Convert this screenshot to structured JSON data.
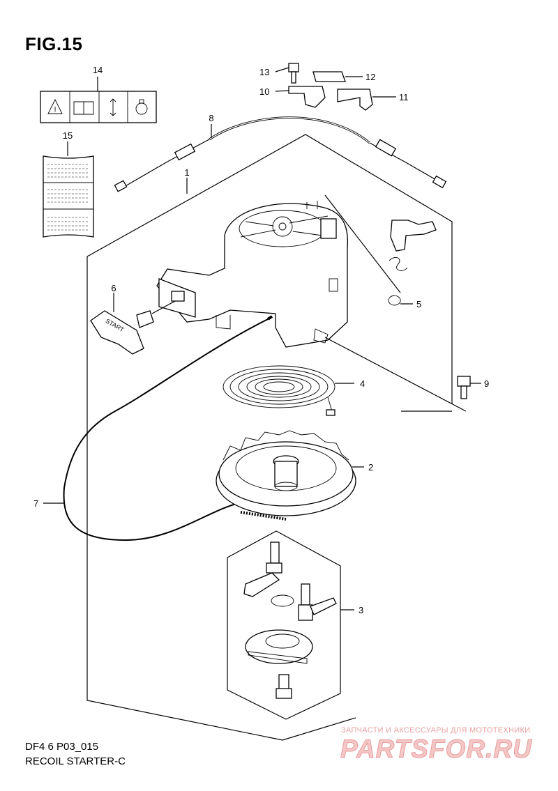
{
  "figure": {
    "title": "FIG.15",
    "caption_line1": "DF4 6 P03_015",
    "caption_line2": "RECOIL STARTER-C"
  },
  "callouts": {
    "c1": "1",
    "c2": "2",
    "c3": "3",
    "c4": "4",
    "c5": "5",
    "c6": "6",
    "c7": "7",
    "c8": "8",
    "c9": "9",
    "c10": "10",
    "c11": "11",
    "c12": "12",
    "c13": "13",
    "c14": "14",
    "c15": "15"
  },
  "handle_text": "START",
  "watermark": {
    "tagline": "ЗАПЧАСТИ И АКСЕССУАРЫ ДЛЯ МОТОТЕХНИКИ",
    "logo": "PARTSFOR.RU"
  },
  "colors": {
    "line": "#000000",
    "background": "#ffffff",
    "watermark": "#e89d9d"
  }
}
